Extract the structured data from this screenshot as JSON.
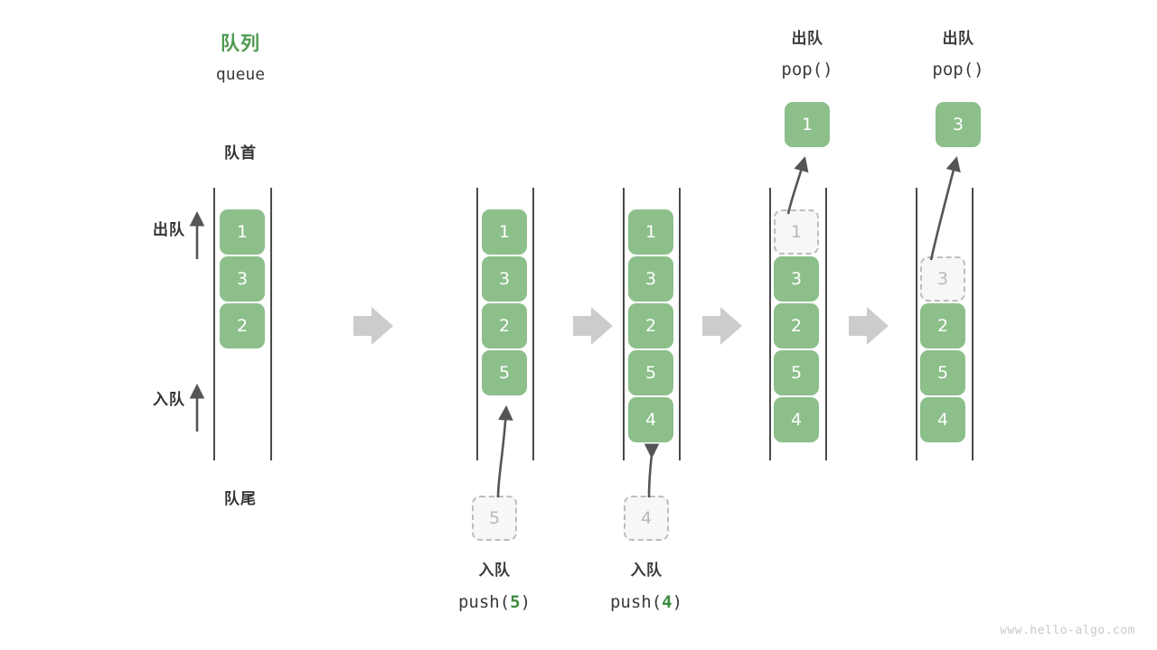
{
  "watermark": "www.hello-algo.com",
  "header": {
    "title_cn": "队列",
    "title_code": "queue",
    "front_label": "队首",
    "rear_label": "队尾"
  },
  "side_labels": {
    "dequeue": "出队",
    "enqueue": "入队"
  },
  "colors": {
    "element_fill": "#8cbf8a",
    "element_text": "#ffffff",
    "ghost_fill": "#f7f7f7",
    "ghost_stroke": "#bdbdbd",
    "ghost_text": "#b9b9b9",
    "rail": "#4a4a4a",
    "arrow": "#555555",
    "separator": "#cccccc",
    "title_green": "#4e9a51",
    "code_green": "#3d8c40",
    "watermark": "#c9c9c9"
  },
  "columns": [
    {
      "id": "initial",
      "op_cn": "",
      "op_code": "",
      "op_value": "",
      "items": [
        {
          "value": "1",
          "state": "filled"
        },
        {
          "value": "3",
          "state": "filled"
        },
        {
          "value": "2",
          "state": "filled"
        }
      ],
      "popped": null,
      "incoming": null
    },
    {
      "id": "push-5",
      "op_cn": "入队",
      "op_code_prefix": "push(",
      "op_value": "5",
      "op_code_suffix": ")",
      "items": [
        {
          "value": "1",
          "state": "filled"
        },
        {
          "value": "3",
          "state": "filled"
        },
        {
          "value": "2",
          "state": "filled"
        },
        {
          "value": "5",
          "state": "filled"
        }
      ],
      "popped": null,
      "incoming": {
        "value": "5",
        "state": "ghost"
      }
    },
    {
      "id": "push-4",
      "op_cn": "入队",
      "op_code_prefix": "push(",
      "op_value": "4",
      "op_code_suffix": ")",
      "items": [
        {
          "value": "1",
          "state": "filled"
        },
        {
          "value": "3",
          "state": "filled"
        },
        {
          "value": "2",
          "state": "filled"
        },
        {
          "value": "5",
          "state": "filled"
        },
        {
          "value": "4",
          "state": "filled"
        }
      ],
      "popped": null,
      "incoming": {
        "value": "4",
        "state": "ghost"
      }
    },
    {
      "id": "pop-1",
      "op_cn": "出队",
      "op_code_prefix": "pop(",
      "op_value": "",
      "op_code_suffix": ")",
      "items": [
        {
          "value": "1",
          "state": "ghost"
        },
        {
          "value": "3",
          "state": "filled"
        },
        {
          "value": "2",
          "state": "filled"
        },
        {
          "value": "5",
          "state": "filled"
        },
        {
          "value": "4",
          "state": "filled"
        }
      ],
      "popped": {
        "value": "1",
        "state": "filled"
      },
      "incoming": null
    },
    {
      "id": "pop-3",
      "op_cn": "出队",
      "op_code_prefix": "pop(",
      "op_value": "",
      "op_code_suffix": ")",
      "items": [
        {
          "value": "",
          "state": "empty"
        },
        {
          "value": "3",
          "state": "ghost"
        },
        {
          "value": "2",
          "state": "filled"
        },
        {
          "value": "5",
          "state": "filled"
        },
        {
          "value": "4",
          "state": "filled"
        }
      ],
      "popped": {
        "value": "3",
        "state": "filled"
      },
      "incoming": null
    }
  ],
  "separators": [
    "arrow-right",
    "arrow-right",
    "arrow-right",
    "arrow-right"
  ]
}
